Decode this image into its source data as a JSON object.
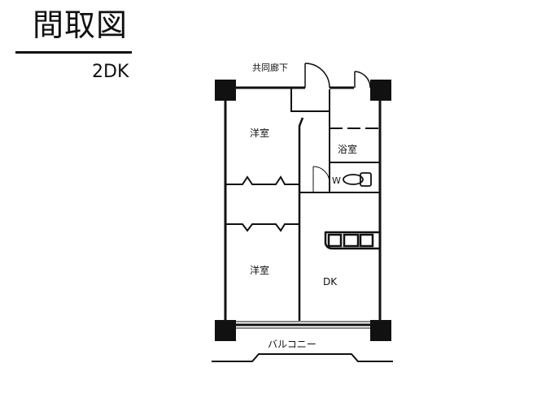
{
  "header": {
    "title": "間取図",
    "layout_type": "2DK"
  },
  "floorplan": {
    "corridor_label": "共同廊下",
    "rooms": {
      "western_room_north": "洋室",
      "western_room_south": "洋室",
      "bathroom": "浴室",
      "toilet": "W",
      "dining_kitchen": "DK"
    },
    "balcony_label": "バルコニー"
  }
}
